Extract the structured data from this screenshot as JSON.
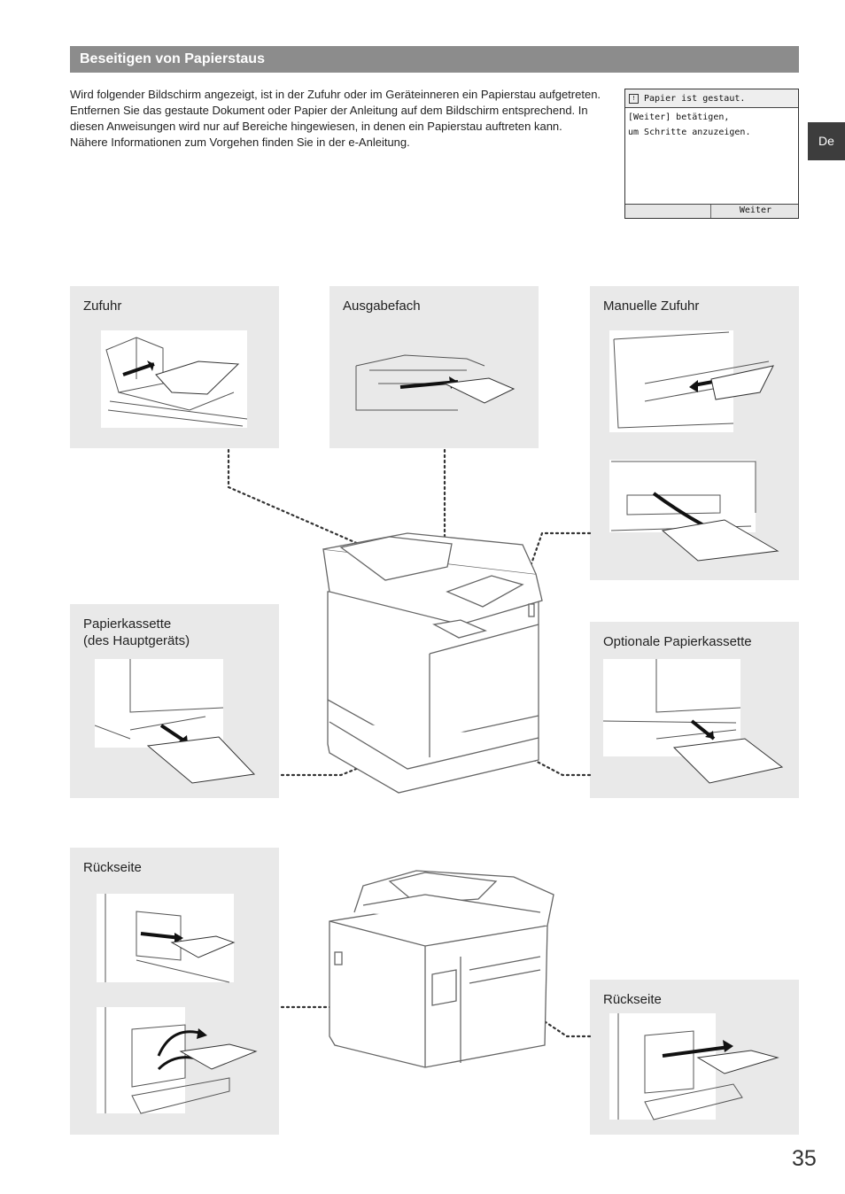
{
  "header": {
    "title": "Beseitigen von Papierstaus"
  },
  "intro": {
    "text": "Wird folgender Bildschirm angezeigt, ist in der Zufuhr oder im Geräteinneren ein Papierstau aufgetreten. Entfernen Sie das gestaute Dokument oder Papier der Anleitung auf dem Bildschirm entsprechend. In diesen Anweisungen wird nur auf Bereiche hingewiesen, in denen ein Papierstau auftreten kann. Nähere Informationen zum Vorgehen finden Sie in der e-Anleitung."
  },
  "lcd": {
    "title": "Papier ist gestaut.",
    "line1": "[Weiter] betätigen,",
    "line2": "um Schritte anzuzeigen.",
    "button": "Weiter"
  },
  "lang_tab": "De",
  "panels": {
    "zufuhr": "Zufuhr",
    "ausgabefach": "Ausgabefach",
    "manuelle_zufuhr": "Manuelle Zufuhr",
    "papierkassette": "Papierkassette\n(des Hauptgeräts)",
    "optionale_papierkassette": "Optionale Papierkassette",
    "rueckseite_left": "Rückseite",
    "rueckseite_right": "Rückseite"
  },
  "page_number": "35"
}
